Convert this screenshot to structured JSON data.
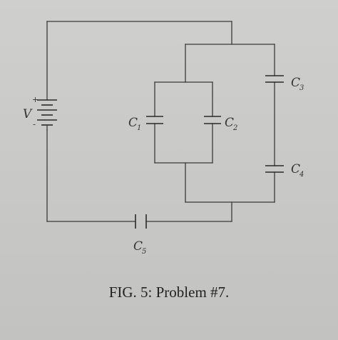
{
  "labels": {
    "voltage": "V",
    "plus": "+",
    "minus": "-",
    "c1": "C",
    "c1_sub": "1",
    "c2": "C",
    "c2_sub": "2",
    "c3": "C",
    "c3_sub": "3",
    "c4": "C",
    "c4_sub": "4",
    "c5": "C",
    "c5_sub": "5"
  },
  "caption": "FIG. 5: Problem #7."
}
